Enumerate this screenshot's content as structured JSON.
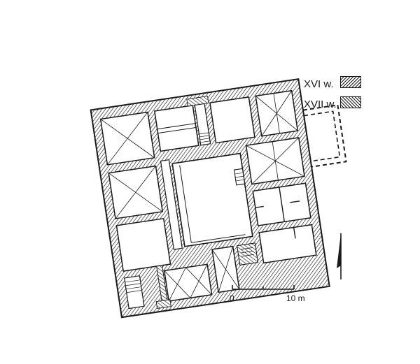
{
  "legend": {
    "items": [
      {
        "label": "XVI w.",
        "pattern": "hatch-right"
      },
      {
        "label": "XVII w.",
        "pattern": "hatch-left"
      }
    ]
  },
  "scale_bar": {
    "start_label": "0",
    "end_label": "10 m"
  },
  "colors": {
    "ink": "#1a1a1a",
    "paper": "#ffffff"
  },
  "icons": {
    "north_arrow": "north-arrow-icon"
  }
}
